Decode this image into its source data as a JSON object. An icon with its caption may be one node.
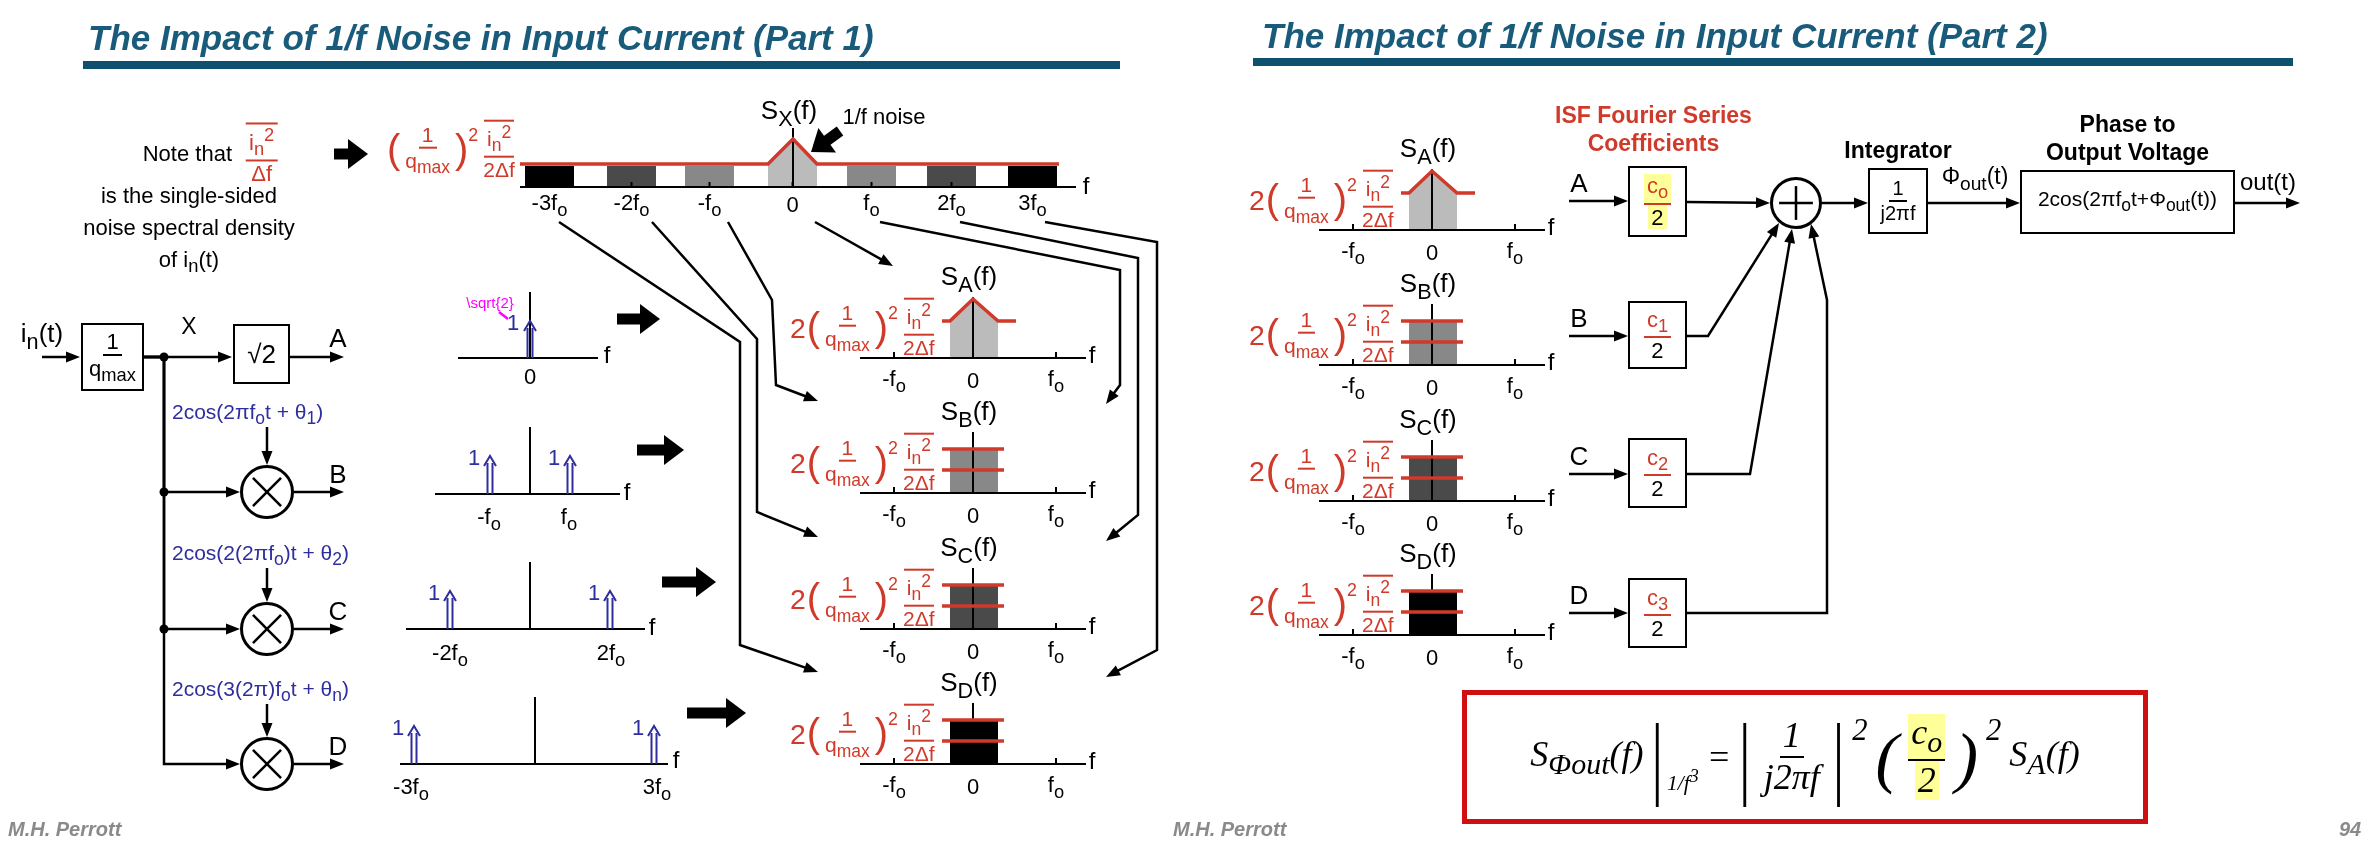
{
  "diagram": {
    "title": "The Impact of 1/f Noise in Input Current (Part 1)",
    "nodes": [
      {
        "text": [
          "Note that",
          "i$_{n}$$^{2}$",
          "Δf",
          "is the single-sided noise spectral density of i$_{n}$(t)"
        ]
      },
      {
        "text": [
          "S$_{X}$(f)",
          "(",
          "1",
          "q$_{max}$",
          ")",
          "2",
          "i$_{n}$$^{2}$",
          "2Δf",
          "-3f$_{o}$",
          "-2f$_{o}$",
          "-f$_{o}$",
          "0",
          "f$_{o}$",
          "2f$_{o}$",
          "3f$_{o}$",
          "f"
        ]
      },
      {
        "text": [
          "1/f noise"
        ],
        "in": 1
      },
      {
        "text": [
          "i$_{n}$(t)"
        ]
      },
      {
        "text": [
          "1",
          "q$_{max}$"
        ]
      },
      {
        "text": [
          "√2"
        ]
      },
      {
        "text": [
          "A"
        ]
      },
      {
        "text": [
          "2cos(2πf$_{o}$t + θ$_{1}$)"
        ]
      },
      {
        "text": [],
        "shape": "circle"
      },
      {
        "text": [
          "B"
        ]
      },
      {
        "text": [
          "2cos(2(2πf$_{o}$)t + θ$_{2}$)"
        ]
      },
      {
        "text": [],
        "shape": "circle"
      },
      {
        "text": [
          "C"
        ]
      },
      {
        "text": [
          "2cos(3(2π)f$_{o}$t + θ$_{n}$)"
        ]
      },
      {
        "text": [],
        "shape": "circle"
      },
      {
        "text": [
          "D"
        ]
      },
      {
        "text": [
          "1",
          "0",
          "f"
        ]
      },
      {
        "text": [
          "\\sqrt{2}"
        ],
        "in": 16
      },
      {
        "text": [
          "1",
          "1",
          "-f$_{o}$",
          "f$_{o}$",
          "f"
        ]
      },
      {
        "text": [
          "1",
          "1",
          "-2f$_{o}$",
          "2f$_{o}$",
          "f"
        ]
      },
      {
        "text": [
          "1",
          "1",
          "-3f$_{o}$",
          "3f$_{o}$",
          "f"
        ]
      },
      {
        "text": [
          "S$_{A}$(f)",
          "2",
          "(",
          "1",
          "q$_{max}$",
          ")",
          "2",
          "i$_{n}$$^{2}$",
          "2Δf",
          "-f$_{o}$",
          "0",
          "f$_{o}$",
          "f"
        ]
      },
      {
        "text": [
          "S$_{B}$(f)",
          "2",
          "(",
          "1",
          "q$_{max}$",
          ")",
          "2",
          "i$_{n}$$^{2}$",
          "2Δf",
          "-f$_{o}$",
          "0",
          "f$_{o}$",
          "f"
        ]
      },
      {
        "text": [
          "S$_{C}$(f)",
          "2",
          "(",
          "1",
          "q$_{max}$",
          ")",
          "2",
          "i$_{n}$$^{2}$",
          "2Δf",
          "-f$_{o}$",
          "0",
          "f$_{o}$",
          "f"
        ]
      },
      {
        "text": [
          "S$_{D}$(f)",
          "2",
          "(",
          "1",
          "q$_{max}$",
          ")",
          "2",
          "i$_{n}$$^{2}$",
          "2Δf",
          "-f$_{o}$",
          "0",
          "f$_{o}$",
          "f"
        ]
      },
      {
        "text": [
          "S$_{A}$(f)",
          "2",
          "(",
          "1",
          "q$_{max}$",
          ")",
          "2",
          "i$_{n}$$^{2}$",
          "2Δf",
          "-f$_{o}$",
          "0",
          "f$_{o}$",
          "f"
        ]
      },
      {
        "text": [
          "S$_{B}$(f)",
          "2",
          "(",
          "1",
          "q$_{max}$",
          ")",
          "2",
          "i$_{n}$$^{2}$",
          "2Δf",
          "-f$_{o}$",
          "0",
          "f$_{o}$",
          "f"
        ]
      },
      {
        "text": [
          "S$_{C}$(f)",
          "2",
          "(",
          "1",
          "q$_{max}$",
          ")",
          "2",
          "i$_{n}$$^{2}$",
          "2Δf",
          "-f$_{o}$",
          "0",
          "f$_{o}$",
          "f"
        ]
      },
      {
        "text": [
          "S$_{D}$(f)",
          "2",
          "(",
          "1",
          "q$_{max}$",
          ")",
          "2",
          "i$_{n}$$^{2}$",
          "2Δf",
          "-f$_{o}$",
          "0",
          "f$_{o}$",
          "f"
        ]
      },
      {
        "text": [
          "A"
        ]
      },
      {
        "text": [
          "c$_{o}$",
          "2"
        ]
      },
      {
        "text": [
          "B"
        ]
      },
      {
        "text": [
          "c$_{1}$",
          "2"
        ]
      },
      {
        "text": [
          "C"
        ]
      },
      {
        "text": [
          "c$_{2}$",
          "2"
        ]
      },
      {
        "text": [
          "D"
        ]
      },
      {
        "text": [
          "c$_{3}$",
          "2"
        ]
      },
      {
        "text": [],
        "shape": "circle"
      },
      {
        "text": [
          "Integrator",
          "1",
          "j2πf"
        ]
      },
      {
        "text": [
          "Phase to Output Voltage",
          "2cos(2πf$_{o}$t+Φ$_{out}$(t))"
        ]
      },
      {
        "text": [
          "out(t)"
        ]
      },
      {
        "text": [
          "S$_{Φout}$(f)",
          "|",
          "1/f$^{3}$",
          "=",
          "|",
          "1",
          "j2πf",
          "|",
          "2",
          "(",
          "c$_{o}$",
          "2",
          ")",
          "2",
          "S$_{A}$(f)"
        ]
      }
    ],
    "edges": [
      {
        "from": 0,
        "to": 1,
        "arrow": "to",
        "style": "thick"
      },
      {
        "from": 2,
        "to": null,
        "arrow": "to",
        "style": "thick"
      },
      {
        "from": 3,
        "to": 4,
        "arrow": "to"
      },
      {
        "from": 4,
        "to": 5,
        "arrow": "to",
        "label": "X"
      },
      {
        "from": 4,
        "to": 8,
        "arrow": "to"
      },
      {
        "from": 4,
        "to": 11,
        "arrow": "to"
      },
      {
        "from": 4,
        "to": 14,
        "arrow": "to"
      },
      {
        "from": 5,
        "to": 6,
        "arrow": "to"
      },
      {
        "from": 7,
        "to": 8,
        "arrow": "to"
      },
      {
        "from": 8,
        "to": 9,
        "arrow": "to"
      },
      {
        "from": 10,
        "to": 11,
        "arrow": "to"
      },
      {
        "from": 11,
        "to": 12,
        "arrow": "to"
      },
      {
        "from": 13,
        "to": 14,
        "arrow": "to"
      },
      {
        "from": 14,
        "to": 15,
        "arrow": "to"
      },
      {
        "from": 17,
        "to": null,
        "arrow": "none",
        "color": "#ff00ff"
      },
      {
        "from": 16,
        "to": null,
        "arrow": "to",
        "style": "thick"
      },
      {
        "from": 18,
        "to": null,
        "arrow": "to",
        "style": "thick"
      },
      {
        "from": 19,
        "to": null,
        "arrow": "to",
        "style": "thick"
      },
      {
        "from": 20,
        "to": null,
        "arrow": "to",
        "style": "thick"
      },
      {
        "from": 1,
        "to": 21,
        "arrow": "to"
      },
      {
        "from": 1,
        "to": 22,
        "arrow": "to"
      },
      {
        "from": 1,
        "to": 22,
        "arrow": "to"
      },
      {
        "from": 1,
        "to": 23,
        "arrow": "to"
      },
      {
        "from": 1,
        "to": 23,
        "arrow": "to"
      },
      {
        "from": 1,
        "to": 24,
        "arrow": "to"
      },
      {
        "from": 1,
        "to": 24,
        "arrow": "to"
      },
      {
        "from": 29,
        "to": 30,
        "arrow": "to"
      },
      {
        "from": 31,
        "to": 32,
        "arrow": "to"
      },
      {
        "from": 33,
        "to": 34,
        "arrow": "to"
      },
      {
        "from": 35,
        "to": 36,
        "arrow": "to"
      },
      {
        "from": 30,
        "to": 37,
        "arrow": "to"
      },
      {
        "from": 32,
        "to": 37,
        "arrow": "to"
      },
      {
        "from": 34,
        "to": 37,
        "arrow": "to"
      },
      {
        "from": 36,
        "to": 37,
        "arrow": "to"
      },
      {
        "from": 37,
        "to": 38,
        "arrow": "to"
      },
      {
        "from": 38,
        "to": 39,
        "arrow": "to",
        "label": "Φ$_{out}$(t)"
      },
      {
        "from": 39,
        "to": 40,
        "arrow": "to"
      }
    ],
    "labels": [
      "The Impact of 1/f Noise in Input Current (Part 2)",
      "ISF Fourier Series Coefficients",
      "M.H. Perrott",
      "M.H. Perrott",
      "94"
    ]
  }
}
